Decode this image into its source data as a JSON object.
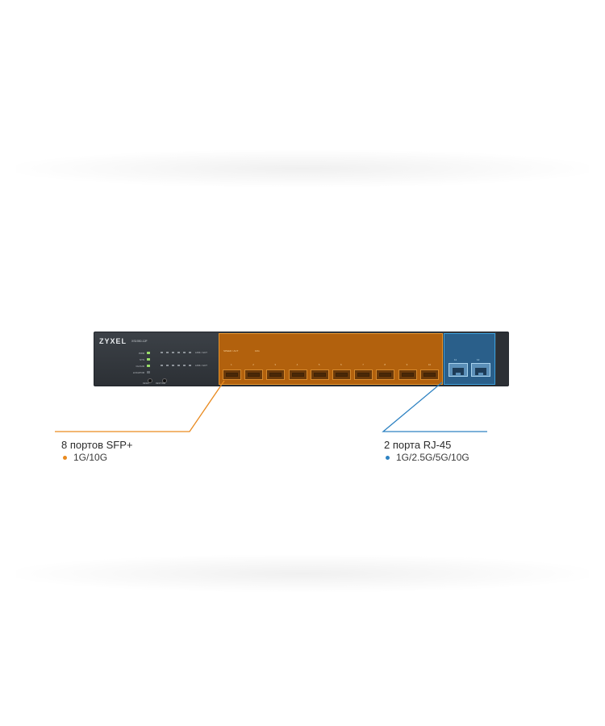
{
  "device": {
    "brand": "ZYXEL",
    "model": "XS1930-12F",
    "led_labels": [
      "PWR",
      "SYS",
      "CLOUD",
      "LOCATOR"
    ],
    "link_act_label": "LINK / ACT",
    "reset_label": "RESET",
    "restore_label": "RESTORE",
    "sfp_header_1": "SPEED / ACT",
    "sfp_header_2": "10G",
    "port_numbers": [
      "1",
      "2",
      "3",
      "4",
      "5",
      "6",
      "7",
      "8",
      "9",
      "10"
    ],
    "rj_numbers": [
      "11",
      "12"
    ]
  },
  "callouts": {
    "sfp": {
      "title": "8 портов SFP+",
      "detail": "1G/10G",
      "color": "#e98a1f"
    },
    "rj45": {
      "title": "2 порта RJ-45",
      "detail": "1G/2.5G/5G/10G",
      "color": "#2d82c2"
    }
  }
}
